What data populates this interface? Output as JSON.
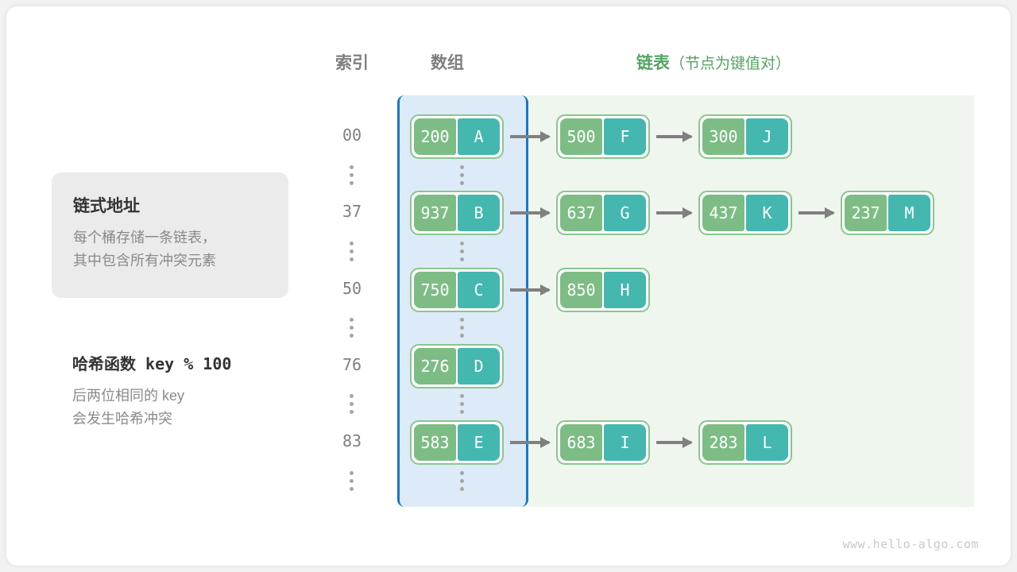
{
  "headers": {
    "index": "索引",
    "array": "数组",
    "list": "链表",
    "list_note": "（节点为键值对）"
  },
  "info_card": {
    "title": "链式地址",
    "body_line1": "每个桶存储一条链表，",
    "body_line2": "其中包含所有冲突元素"
  },
  "hash_note": {
    "title": "哈希函数 key % 100",
    "body_line1": "后两位相同的 key",
    "body_line2": "会发生哈希冲突"
  },
  "colors": {
    "key_fill": "#7dbd85",
    "value_fill": "#44b7af",
    "node_border": "#8cc58e",
    "array_region_bg": "#dcebf7",
    "array_region_border": "#1878c8",
    "list_region_bg": "#eef6ee",
    "arrow": "#808080",
    "accent_green_text": "#54a463",
    "muted_text": "#8a8a8a"
  },
  "buckets": [
    {
      "index": "00",
      "bucket_node": {
        "key": "200",
        "value": "A"
      },
      "chain": [
        {
          "key": "500",
          "value": "F"
        },
        {
          "key": "300",
          "value": "J"
        }
      ]
    },
    {
      "index": "37",
      "bucket_node": {
        "key": "937",
        "value": "B"
      },
      "chain": [
        {
          "key": "637",
          "value": "G"
        },
        {
          "key": "437",
          "value": "K"
        },
        {
          "key": "237",
          "value": "M"
        }
      ]
    },
    {
      "index": "50",
      "bucket_node": {
        "key": "750",
        "value": "C"
      },
      "chain": [
        {
          "key": "850",
          "value": "H"
        }
      ]
    },
    {
      "index": "76",
      "bucket_node": {
        "key": "276",
        "value": "D"
      },
      "chain": []
    },
    {
      "index": "83",
      "bucket_node": {
        "key": "583",
        "value": "E"
      },
      "chain": [
        {
          "key": "683",
          "value": "I"
        },
        {
          "key": "283",
          "value": "L"
        }
      ]
    }
  ],
  "ellipsis_marker": "⋮",
  "watermark": "www.hello-algo.com"
}
